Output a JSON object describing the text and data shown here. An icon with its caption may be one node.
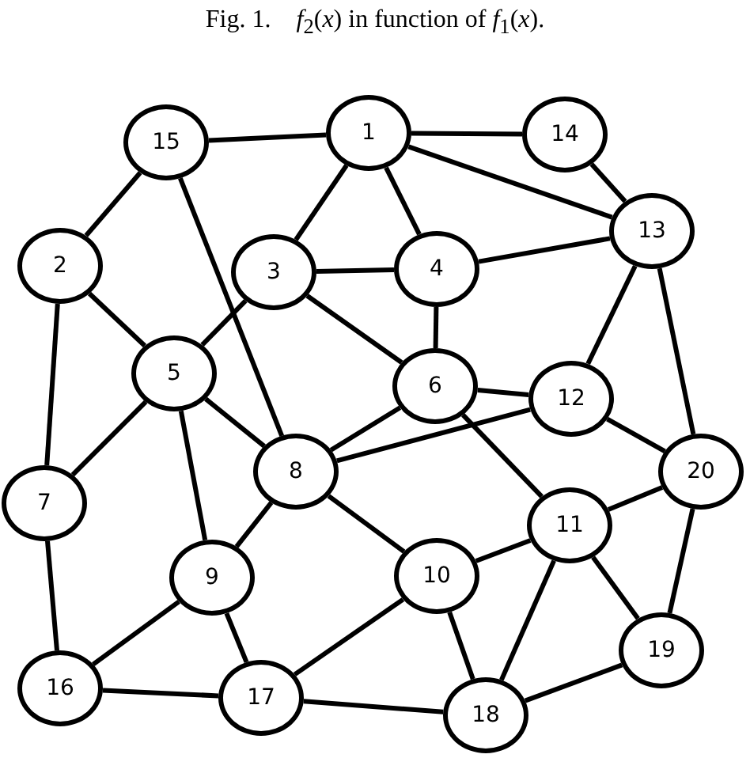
{
  "diagram": {
    "title": "Fig. 1.    *f*$_{2}$(*x*) in function of *f*$_{1}$(*x*).",
    "nodes": [
      {
        "text": [
          "1"
        ]
      },
      {
        "text": [
          "2"
        ]
      },
      {
        "text": [
          "3"
        ]
      },
      {
        "text": [
          "4"
        ]
      },
      {
        "text": [
          "5"
        ]
      },
      {
        "text": [
          "6"
        ]
      },
      {
        "text": [
          "7"
        ]
      },
      {
        "text": [
          "8"
        ]
      },
      {
        "text": [
          "9"
        ]
      },
      {
        "text": [
          "10"
        ]
      },
      {
        "text": [
          "11"
        ]
      },
      {
        "text": [
          "12"
        ]
      },
      {
        "text": [
          "13"
        ]
      },
      {
        "text": [
          "14"
        ]
      },
      {
        "text": [
          "15"
        ]
      },
      {
        "text": [
          "16"
        ]
      },
      {
        "text": [
          "17"
        ]
      },
      {
        "text": [
          "18"
        ]
      },
      {
        "text": [
          "19"
        ]
      },
      {
        "text": [
          "20"
        ]
      }
    ],
    "edges": [
      {
        "from": 14,
        "to": 0,
        "arrow": "none"
      },
      {
        "from": 0,
        "to": 13,
        "arrow": "none"
      },
      {
        "from": 14,
        "to": 1,
        "arrow": "none"
      },
      {
        "from": 14,
        "to": 7,
        "arrow": "none"
      },
      {
        "from": 0,
        "to": 2,
        "arrow": "none"
      },
      {
        "from": 0,
        "to": 3,
        "arrow": "none"
      },
      {
        "from": 0,
        "to": 12,
        "arrow": "none"
      },
      {
        "from": 13,
        "to": 12,
        "arrow": "none"
      },
      {
        "from": 1,
        "to": 4,
        "arrow": "none"
      },
      {
        "from": 1,
        "to": 6,
        "arrow": "none"
      },
      {
        "from": 2,
        "to": 3,
        "arrow": "none"
      },
      {
        "from": 2,
        "to": 4,
        "arrow": "none"
      },
      {
        "from": 2,
        "to": 5,
        "arrow": "none"
      },
      {
        "from": 3,
        "to": 5,
        "arrow": "none"
      },
      {
        "from": 3,
        "to": 12,
        "arrow": "none"
      },
      {
        "from": 12,
        "to": 11,
        "arrow": "none"
      },
      {
        "from": 12,
        "to": 19,
        "arrow": "none"
      },
      {
        "from": 5,
        "to": 11,
        "arrow": "none"
      },
      {
        "from": 5,
        "to": 7,
        "arrow": "none"
      },
      {
        "from": 7,
        "to": 11,
        "arrow": "none"
      },
      {
        "from": 11,
        "to": 19,
        "arrow": "none"
      },
      {
        "from": 4,
        "to": 6,
        "arrow": "none"
      },
      {
        "from": 4,
        "to": 8,
        "arrow": "none"
      },
      {
        "from": 4,
        "to": 7,
        "arrow": "none"
      },
      {
        "from": 7,
        "to": 8,
        "arrow": "none"
      },
      {
        "from": 7,
        "to": 9,
        "arrow": "none"
      },
      {
        "from": 8,
        "to": 15,
        "arrow": "none"
      },
      {
        "from": 8,
        "to": 16,
        "arrow": "none"
      },
      {
        "from": 6,
        "to": 15,
        "arrow": "none"
      },
      {
        "from": 15,
        "to": 16,
        "arrow": "none"
      },
      {
        "from": 16,
        "to": 9,
        "arrow": "none"
      },
      {
        "from": 16,
        "to": 17,
        "arrow": "none"
      },
      {
        "from": 9,
        "to": 10,
        "arrow": "none"
      },
      {
        "from": 9,
        "to": 17,
        "arrow": "none"
      },
      {
        "from": 5,
        "to": 10,
        "arrow": "none"
      },
      {
        "from": 10,
        "to": 19,
        "arrow": "none"
      },
      {
        "from": 10,
        "to": 17,
        "arrow": "none"
      },
      {
        "from": 10,
        "to": 18,
        "arrow": "none"
      },
      {
        "from": 19,
        "to": 18,
        "arrow": "none"
      },
      {
        "from": 18,
        "to": 17,
        "arrow": "none"
      }
    ]
  }
}
